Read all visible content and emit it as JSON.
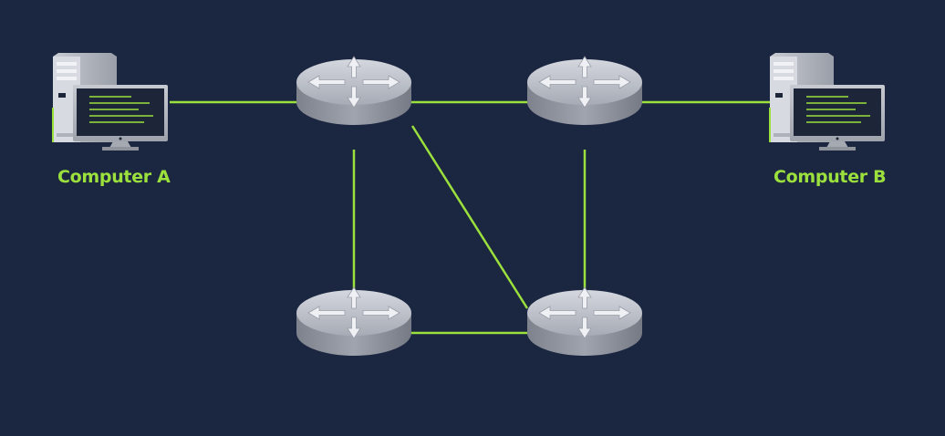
{
  "colors": {
    "background": "#1b2640",
    "link": "#9be03c",
    "label": "#9be03c",
    "router_top": "#c3c6cf",
    "router_side": "#8d919c",
    "computer_case": "#b9bcc4",
    "screen": "#1d2638",
    "screen_text": "#9be03c"
  },
  "nodes": {
    "computer_a": {
      "label": "Computer A",
      "icon": "desktop-computer-icon"
    },
    "computer_b": {
      "label": "Computer B",
      "icon": "desktop-computer-icon"
    },
    "routers": [
      {
        "id": "router-top-left",
        "icon": "router-icon"
      },
      {
        "id": "router-top-right",
        "icon": "router-icon"
      },
      {
        "id": "router-bottom-left",
        "icon": "router-icon"
      },
      {
        "id": "router-bottom-right",
        "icon": "router-icon"
      }
    ]
  },
  "links": [
    {
      "from": "computer_a",
      "to": "router-top-left"
    },
    {
      "from": "router-top-left",
      "to": "router-top-right"
    },
    {
      "from": "router-top-right",
      "to": "computer_b"
    },
    {
      "from": "router-top-left",
      "to": "router-bottom-left"
    },
    {
      "from": "router-top-left",
      "to": "router-bottom-right"
    },
    {
      "from": "router-top-right",
      "to": "router-bottom-right"
    },
    {
      "from": "router-bottom-left",
      "to": "router-bottom-right"
    }
  ]
}
